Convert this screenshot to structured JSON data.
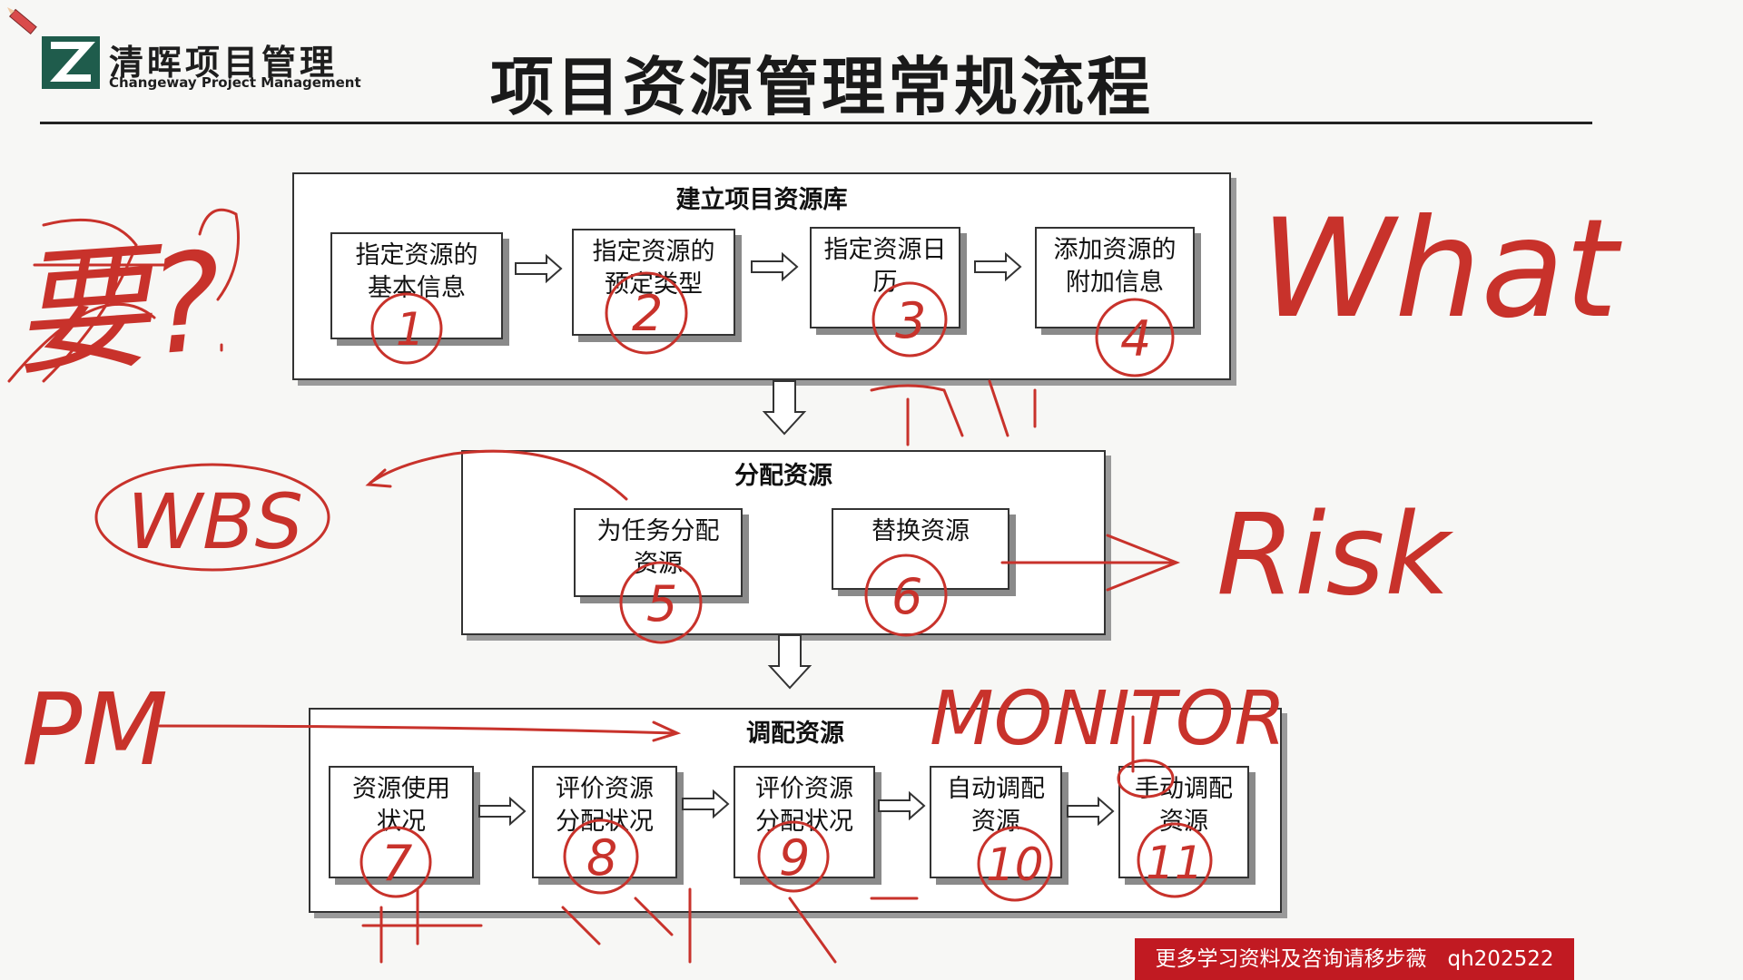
{
  "header": {
    "logo_name": "清晖项目管理",
    "logo_subtitle": "Changeway Project Management",
    "title": "项目资源管理常规流程"
  },
  "groups": [
    {
      "title": "建立项目资源库",
      "steps": [
        {
          "line1": "指定资源的",
          "line2": "基本信息"
        },
        {
          "line1": "指定资源的",
          "line2": "预定类型"
        },
        {
          "line1": "指定资源日",
          "line2": "历"
        },
        {
          "line1": "添加资源的",
          "line2": "附加信息"
        }
      ]
    },
    {
      "title": "分配资源",
      "steps": [
        {
          "line1": "为任务分配",
          "line2": "资源"
        },
        {
          "line1": "替换资源",
          "line2": ""
        }
      ]
    },
    {
      "title": "调配资源",
      "steps": [
        {
          "line1": "资源使用",
          "line2": "状况"
        },
        {
          "line1": "评价资源",
          "line2": "分配状况"
        },
        {
          "line1": "评价资源",
          "line2": "分配状况"
        },
        {
          "line1": "自动调配",
          "line2": "资源"
        },
        {
          "line1": "手动调配",
          "line2": "资源"
        }
      ]
    }
  ],
  "annotations": {
    "handwritten_words": [
      "要?",
      "What",
      "WBS",
      "Risk",
      "PM",
      "MONITOR"
    ],
    "step_numbers": [
      "1",
      "2",
      "3",
      "4",
      "5",
      "6",
      "7",
      "8",
      "9",
      "10",
      "11"
    ],
    "ink_color": "#c8322b"
  },
  "footer": {
    "banner": "更多学习资料及咨询请移步薇　qh202522"
  },
  "colors": {
    "logo": "#1f5c4c",
    "banner": "#c11a22"
  }
}
